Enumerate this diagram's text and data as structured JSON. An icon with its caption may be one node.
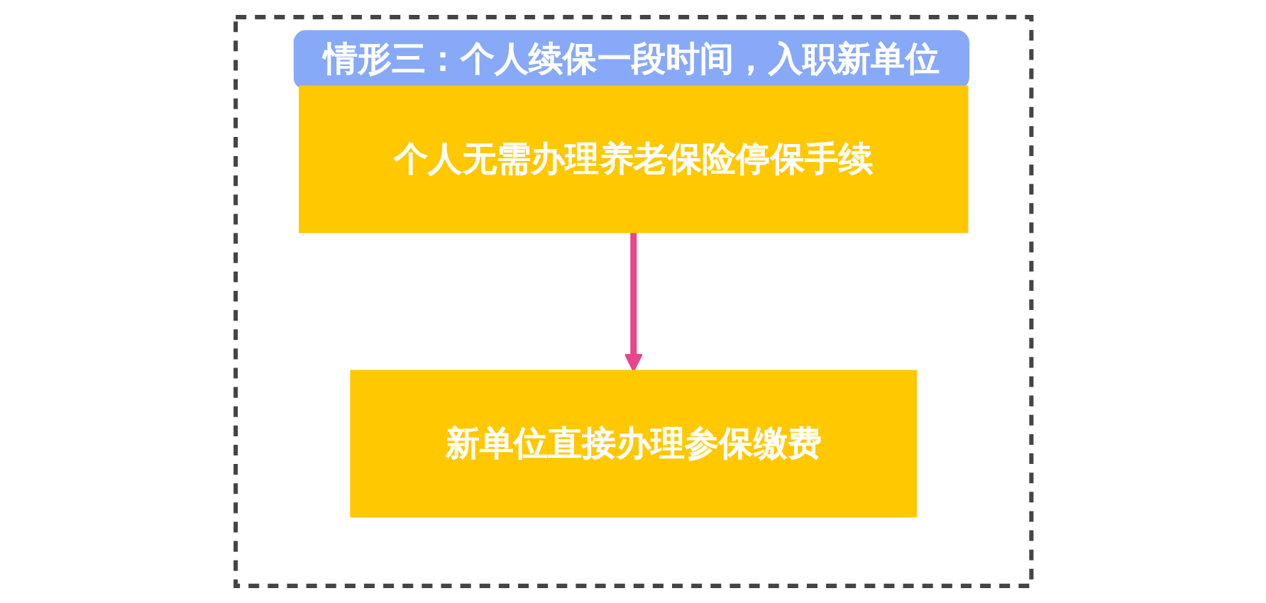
{
  "diagram": {
    "nodes": [
      {
        "text": [
          "情形三：个人续保一段时间，入职新单位"
        ]
      },
      {
        "text": [
          "个人无需办理养老保险停保手续"
        ],
        "in": 0
      },
      {
        "text": [
          "新单位直接办理参保缴费"
        ],
        "in": 0
      }
    ],
    "edges": [
      {
        "from": 1,
        "to": 2,
        "arrow": "to",
        "color": "#e8468c"
      }
    ]
  }
}
